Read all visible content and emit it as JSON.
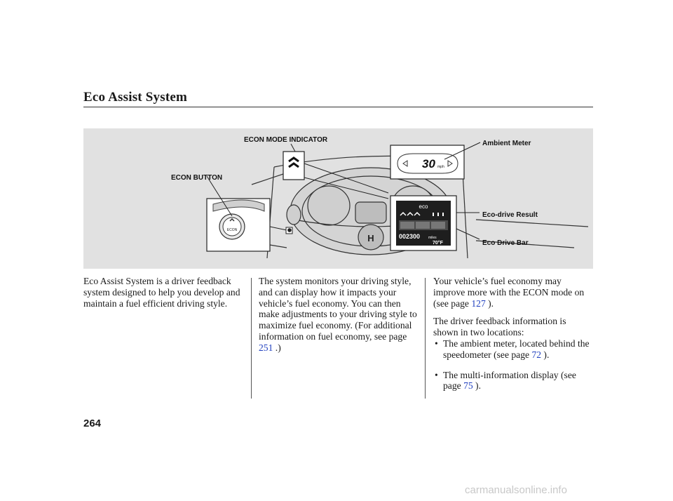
{
  "page_title": "Eco Assist System",
  "figure": {
    "callouts": {
      "econ_mode_indicator": "ECON MODE INDICATOR",
      "econ_button": "ECON BUTTON",
      "ambient_meter": "Ambient Meter",
      "eco_drive_result": "Eco-drive Result",
      "eco_drive_bar": "Eco Drive Bar"
    },
    "button_label": "ECON",
    "speed_readout": "30",
    "speed_unit": "mph",
    "mid_header": "eco",
    "mid_odometer": "002300",
    "mid_odometer_unit": "miles",
    "mid_temp": "70°F"
  },
  "col1": {
    "p1": "Eco Assist System is a driver feedback system designed to help you develop and maintain a fuel efficient driving style."
  },
  "col2": {
    "p1_text": "The system monitors your driving style, and can display how it impacts your vehicle’s fuel economy. You can then make adjustments to your driving style to maximize fuel economy. (For additional information on fuel economy, see page ",
    "p1_link": "251",
    "p1_end": " .)"
  },
  "col3": {
    "p1_text": "Your vehicle’s fuel economy may improve more with the ECON mode on (see page ",
    "p1_link": "127",
    "p1_end": " ).",
    "p2": "The driver feedback information is shown in two locations:",
    "bullet1_text": "The ambient meter, located behind the speedometer (see page ",
    "bullet1_link": "72",
    "bullet1_end": " ).",
    "bullet2_text": "The multi-information display (see page ",
    "bullet2_link": "75",
    "bullet2_end": " )."
  },
  "page_number": "264",
  "watermark": "carmanualsonline.info"
}
